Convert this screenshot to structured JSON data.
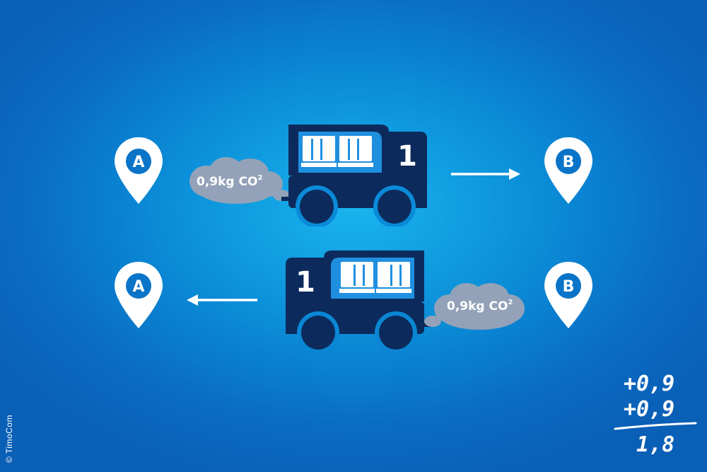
{
  "route_top": {
    "origin_label": "A",
    "destination_label": "B",
    "truck_number": "1",
    "emission_label": "0,9kg CO",
    "emission_sup": "2"
  },
  "route_bottom": {
    "origin_label": "A",
    "destination_label": "B",
    "truck_number": "1",
    "emission_label": "0,9kg CO",
    "emission_sup": "2"
  },
  "calculation": {
    "line1": "+0,9",
    "line2": "+0,9",
    "result": "1,8"
  },
  "credit": "© TimoCom",
  "colors": {
    "truck": "#0c2b5c",
    "cloud": "#8f9fb5",
    "pin": "#ffffff",
    "pin_letter": "#0a74c8",
    "cargo_panel": "#1f8fe0"
  }
}
